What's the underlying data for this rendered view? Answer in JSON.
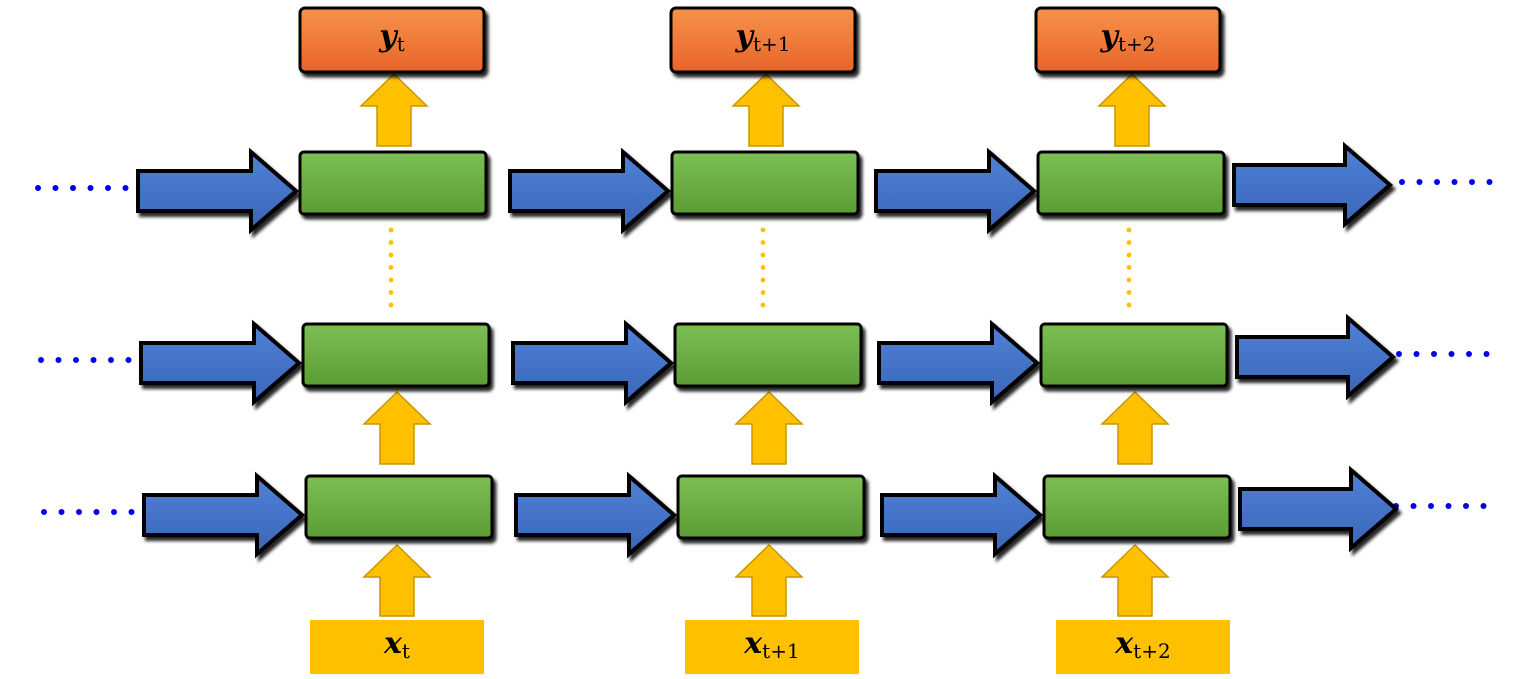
{
  "diagram": {
    "outputs": [
      {
        "var": "y",
        "sub": "t"
      },
      {
        "var": "y",
        "sub": "t+1"
      },
      {
        "var": "y",
        "sub": "t+2"
      }
    ],
    "inputs": [
      {
        "var": "x",
        "sub": "t"
      },
      {
        "var": "x",
        "sub": "t+1"
      },
      {
        "var": "x",
        "sub": "t+2"
      }
    ],
    "layers": 3,
    "timesteps": 3,
    "colors": {
      "cell_fill_top": "#7cbf55",
      "cell_fill_bottom": "#5b9c34",
      "output_fill_top": "#f6924a",
      "output_fill_bottom": "#e8642a",
      "input_fill": "#ffc000",
      "up_arrow_fill": "#ffc000",
      "up_arrow_stroke": "#c89600",
      "recurrent_arrow_fill": "#4472c4",
      "recurrent_arrow_light": "#4f81d6",
      "ellipsis_dots": "#0000ee",
      "vertical_dots": "#ffc000",
      "outline": "#000000"
    }
  }
}
